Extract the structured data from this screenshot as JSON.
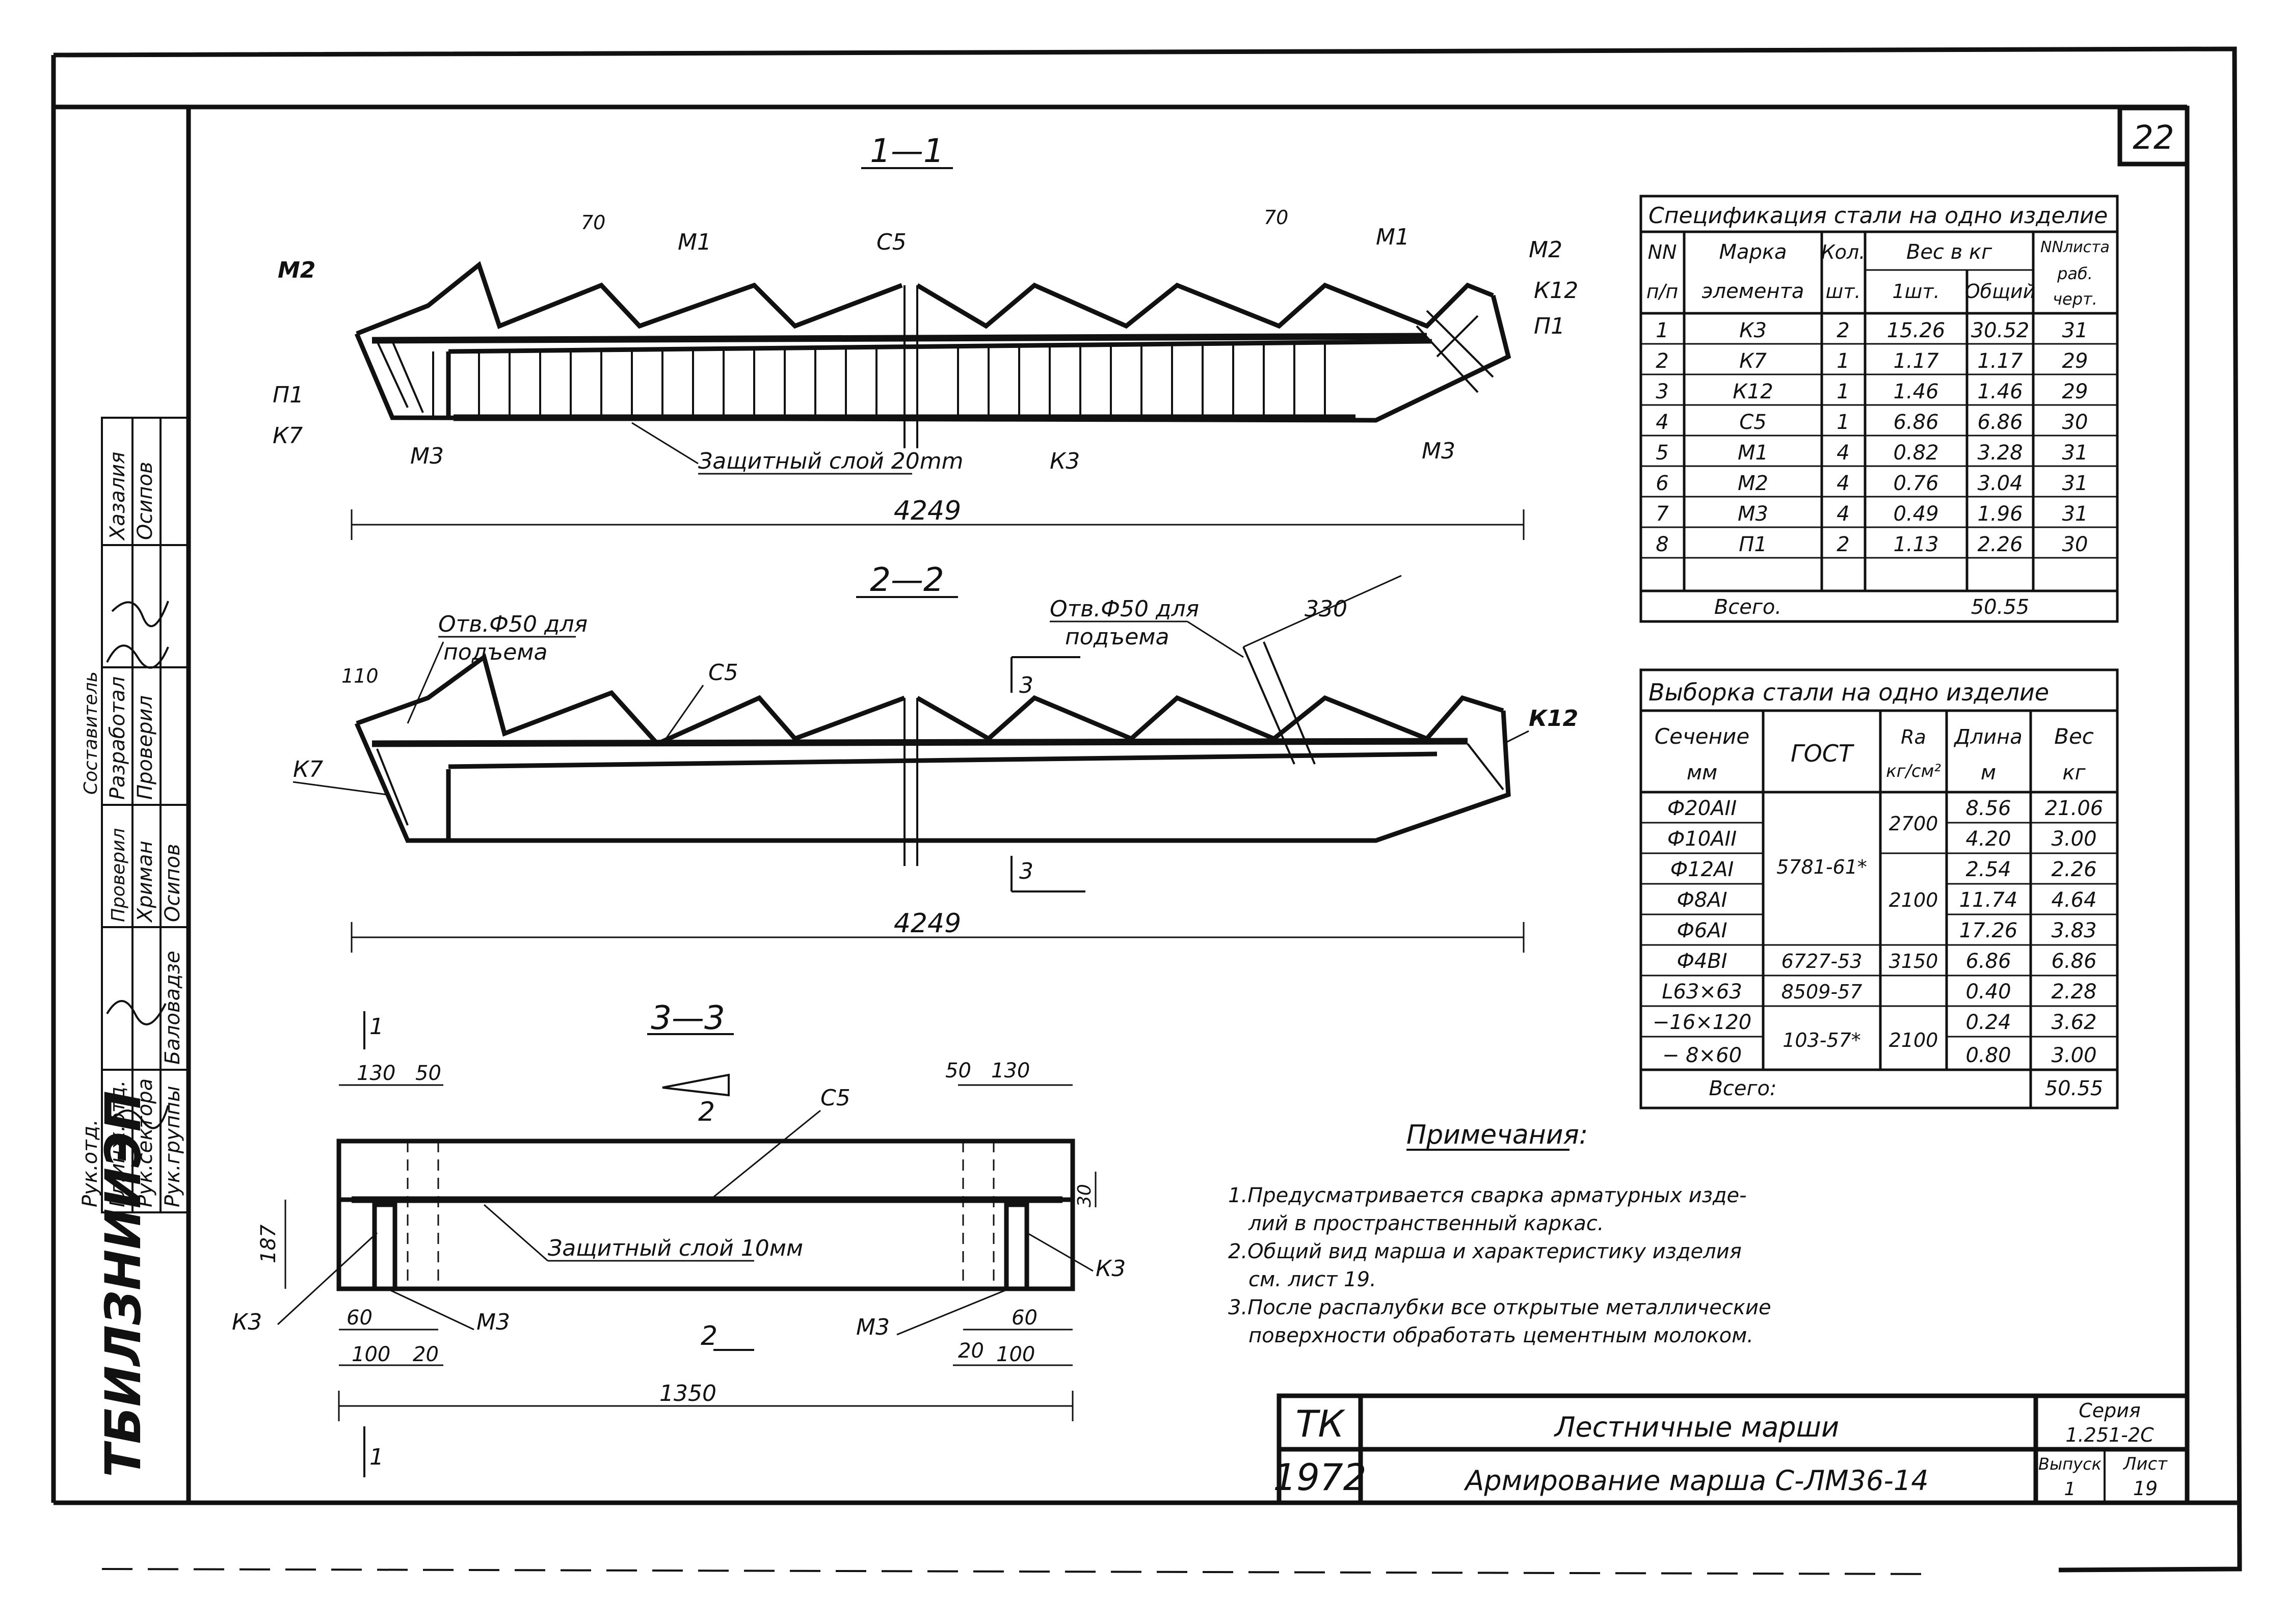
{
  "sheet": {
    "page_number": "22",
    "left_stamp_org": "ТБИЛЗНИИЭП",
    "left_stamp": {
      "roles": [
        "Рук.отд.",
        "Гл.инж.отд.",
        "Рук.сектора",
        "Рук.группы"
      ],
      "names_col1": [
        "Хриман",
        "Осипов",
        "Баловадзе"
      ],
      "label_col2": [
        "Разработал",
        "Проверил"
      ],
      "label_col3": [
        "Хазалия",
        "Осипов"
      ],
      "header_col1": "Проверил",
      "header_col2": "Составитель"
    }
  },
  "section_1_1": {
    "title": "1—1",
    "dims": [
      "70",
      "70",
      "4249"
    ],
    "labels": [
      "М2",
      "П1",
      "К7",
      "М3",
      "М1",
      "С5",
      "М1",
      "М2",
      "К12",
      "П1",
      "М3",
      "К3"
    ],
    "cover_note": "Защитный слой 20mm"
  },
  "section_2_2": {
    "title": "2—2",
    "hole_note_1": "Отв.Ф50 для",
    "hole_note_1b": "подъема",
    "hole_note_2": "Отв.Ф50 для",
    "hole_note_2b": "подъема",
    "dims": [
      "110",
      "330",
      "4249"
    ],
    "labels": [
      "С5",
      "К7",
      "К12"
    ],
    "cut_mark": "3"
  },
  "section_3_3": {
    "title": "3—3",
    "dims_top": [
      "130",
      "50",
      "50",
      "130"
    ],
    "dims_bottom": [
      "60",
      "100",
      "20",
      "20",
      "100",
      "60"
    ],
    "overall": "1350",
    "height": "187",
    "right_dim": "30",
    "labels": [
      "С5",
      "К3",
      "М3",
      "М3",
      "К3"
    ],
    "cover_note": "Защитный слой 10мм",
    "cut_mark": "1",
    "view_mark": "2"
  },
  "spec_table": {
    "title": "Спецификация стали на одно изделие",
    "headers": {
      "num": [
        "NN",
        "п/п"
      ],
      "mark": [
        "Марка",
        "элемента"
      ],
      "qty": [
        "Кол.",
        "шт."
      ],
      "weight": "Вес в кг",
      "w1": "1шт.",
      "wtotal": "Общий",
      "sheet": [
        "NNлиста",
        "раб.",
        "черт."
      ]
    },
    "rows": [
      [
        "1",
        "К3",
        "2",
        "15.26",
        "30.52",
        "31"
      ],
      [
        "2",
        "К7",
        "1",
        "1.17",
        "1.17",
        "29"
      ],
      [
        "3",
        "К12",
        "1",
        "1.46",
        "1.46",
        "29"
      ],
      [
        "4",
        "С5",
        "1",
        "6.86",
        "6.86",
        "30"
      ],
      [
        "5",
        "М1",
        "4",
        "0.82",
        "3.28",
        "31"
      ],
      [
        "6",
        "М2",
        "4",
        "0.76",
        "3.04",
        "31"
      ],
      [
        "7",
        "М3",
        "4",
        "0.49",
        "1.96",
        "31"
      ],
      [
        "8",
        "П1",
        "2",
        "1.13",
        "2.26",
        "30"
      ]
    ],
    "total_label": "Всего.",
    "total_value": "50.55"
  },
  "sample_table": {
    "title": "Выборка стали на одно изделие",
    "headers": {
      "section": [
        "Сечение",
        "мм"
      ],
      "gost": "ГОСТ",
      "ra": [
        "Rа",
        "кг/см²"
      ],
      "length": [
        "Длина",
        "м"
      ],
      "weight": [
        "Вес",
        "кг"
      ]
    },
    "rows": [
      [
        "Ф20АII",
        "8.56",
        "21.06"
      ],
      [
        "Ф10АII",
        "4.20",
        "3.00"
      ],
      [
        "Ф12АI",
        "2.54",
        "2.26"
      ],
      [
        "Ф8АI",
        "11.74",
        "4.64"
      ],
      [
        "Ф6АI",
        "17.26",
        "3.83"
      ],
      [
        "Ф4ВI",
        "6.86",
        "6.86"
      ],
      [
        "L63×63",
        "0.40",
        "2.28"
      ],
      [
        "−16×120",
        "0.24",
        "3.62"
      ],
      [
        "− 8×60",
        "0.80",
        "3.00"
      ]
    ],
    "gost_groups": [
      "5781-61*",
      "6727-53",
      "8509-57",
      "103-57*"
    ],
    "ra_groups": [
      "2700",
      "2100",
      "3150",
      "2100"
    ],
    "total_label": "Всего:",
    "total_value": "50.55"
  },
  "notes": {
    "title": "Примечания:",
    "lines": [
      "1.Предусматривается сварка арматурных изде-",
      "лий в пространственный каркас.",
      "2.Общий вид марша и характеристику изделия",
      "см. лист 19.",
      "3.После распалубки все открытые металлические",
      "поверхности обработать цементным молоком."
    ]
  },
  "title_block": {
    "code": "ТК",
    "year": "1972",
    "name": "Лестничные марши",
    "subtitle": "Армирование марша С-ЛМ36-14",
    "series_label": "Серия",
    "series_value": "1.251-2С",
    "issue_label": "Выпуск",
    "issue_value": "1",
    "sheet_label": "Лист",
    "sheet_value": "19"
  }
}
